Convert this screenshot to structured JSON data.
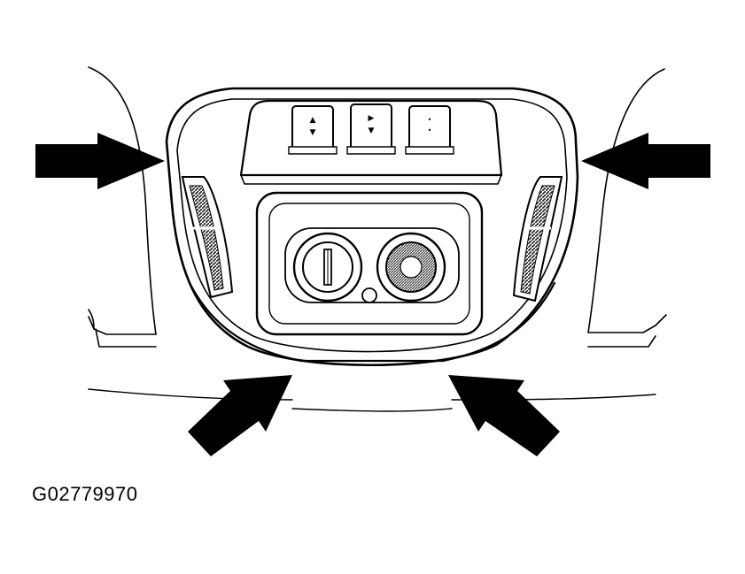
{
  "figure": {
    "id_label": "G02779970",
    "colors": {
      "line": "#000000",
      "background": "#ffffff",
      "shade": "#555555"
    },
    "components": [
      "overhead-console",
      "switch-button",
      "control-knob",
      "air-vent",
      "callout-arrow"
    ],
    "switch_buttons": 3,
    "control_knobs": 2,
    "callout_arrows": 4
  }
}
